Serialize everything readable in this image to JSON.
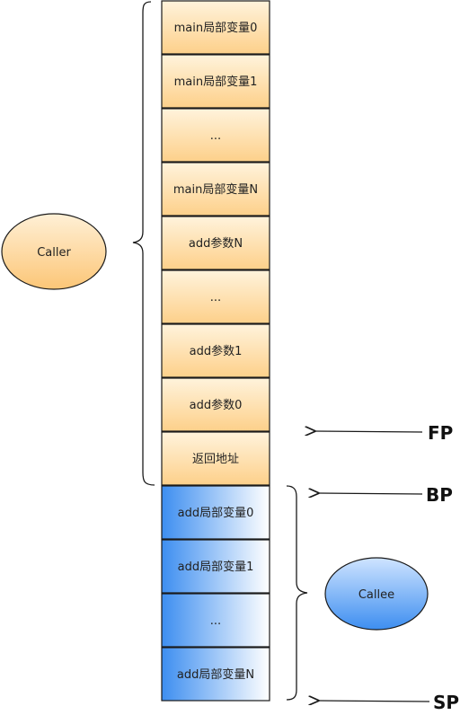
{
  "caller": {
    "label": "Caller",
    "cells": [
      "main局部变量0",
      "main局部变量1",
      "...",
      "main局部变量N",
      "add参数N",
      "...",
      "add参数1",
      "add参数0",
      "返回地址"
    ]
  },
  "callee": {
    "label": "Callee",
    "cells": [
      "add局部变量0",
      "add局部变量1",
      "...",
      "add局部变量N"
    ]
  },
  "pointers": {
    "fp": "FP",
    "bp": "BP",
    "sp": "SP"
  },
  "colors": {
    "caller_fill_light": "#fff3dc",
    "caller_fill_dark": "#fdd08a",
    "callee_fill_light": "#ffffff",
    "callee_fill_dark": "#3d8ef0",
    "stroke": "#1a1a1a"
  }
}
